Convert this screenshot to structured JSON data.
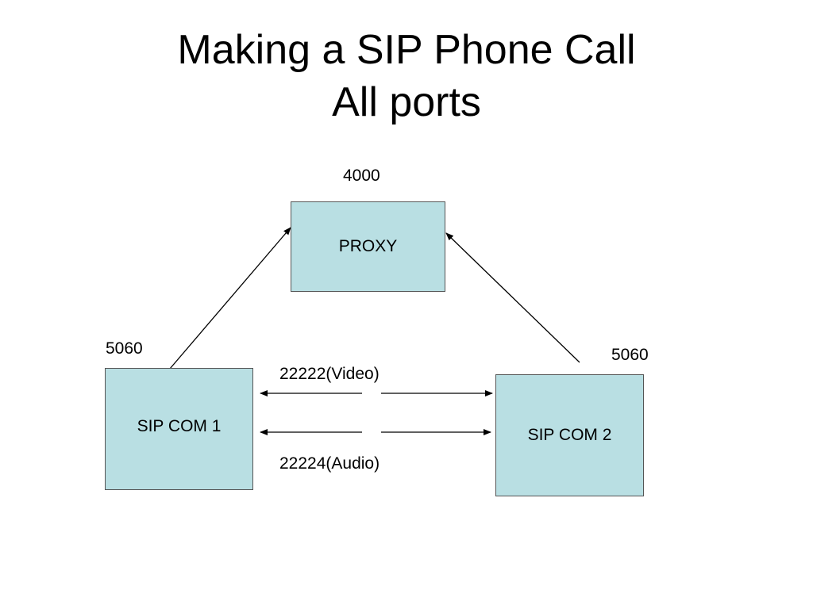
{
  "slide": {
    "title_line1": "Making a SIP Phone Call",
    "title_line2": "All ports"
  },
  "diagram": {
    "proxy": {
      "label": "PROXY",
      "port": "4000"
    },
    "sip_com_1": {
      "label": "SIP COM 1",
      "port": "5060"
    },
    "sip_com_2": {
      "label": "SIP COM 2",
      "port": "5060"
    },
    "video_link": {
      "label": "22222(Video)"
    },
    "audio_link": {
      "label": "22224(Audio)"
    }
  },
  "colors": {
    "node_fill": "#b9dfe3",
    "node_border": "#555555",
    "line": "#000000"
  }
}
